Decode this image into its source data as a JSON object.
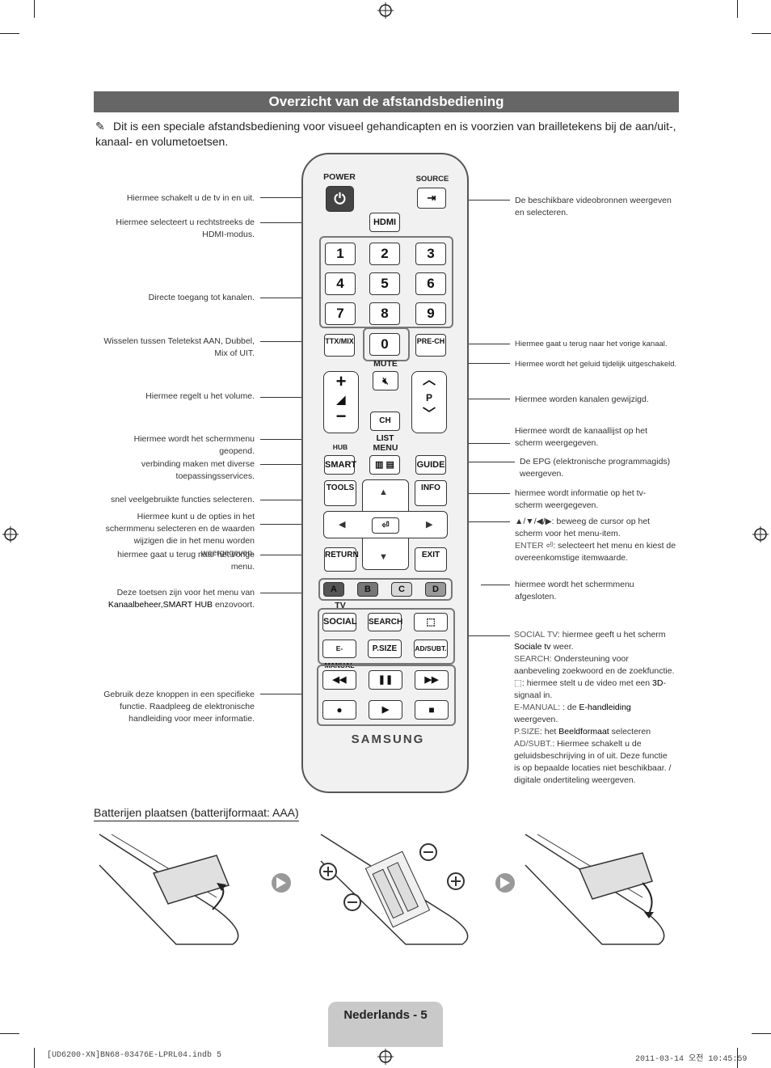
{
  "title": "Overzicht van de afstandsbediening",
  "note": "Dit is een speciale afstandsbediening voor visueel gehandicapten en is voorzien van brailletekens bij de aan/uit-, kanaal- en volumetoetsen.",
  "left_annotations": {
    "power": "Hiermee schakelt u de tv in en uit.",
    "hdmi": "Hiermee selecteert u rechtstreeks de HDMI-modus.",
    "channels": "Directe toegang tot kanalen.",
    "teletext": "Wisselen tussen Teletekst AAN, Dubbel, Mix of UIT.",
    "volume": "Hiermee regelt u het volume.",
    "menu": "Hiermee wordt het schermmenu geopend.",
    "smart": "verbinding maken met diverse toepassingsservices.",
    "tools": "snel veelgebruikte functies selecteren.",
    "options": "Hiermee kunt u de opties in het schermmenu selecteren en de waarden wijzigen die in het menu worden weergegeven.",
    "return": "hiermee gaat u terug naar het vorige menu.",
    "color_keys_a": "Deze toetsen zijn voor het menu van",
    "color_keys_b": "Kanaalbeheer,SMART HUB",
    "color_keys_c": "enzovoort.",
    "media": "Gebruik deze knoppen in een specifieke functie. Raadpleeg de elektronische handleiding voor meer informatie."
  },
  "right_annotations": {
    "source": "De beschikbare videobronnen weergeven en selecteren.",
    "prech": "Hiermee gaat u terug naar het vorige kanaal.",
    "mute": "Hiermee wordt het geluid tijdelijk uitgeschakeld.",
    "channel": "Hiermee worden kanalen gewijzigd.",
    "chlist": "Hiermee wordt de kanaallijst op het scherm weergegeven.",
    "guide": "De EPG (elektronische programmagids) weergeven.",
    "info": "hiermee wordt informatie op het tv-scherm weergegeven.",
    "nav_a": "▲/▼/◀/▶: beweeg de cursor op het scherm voor het menu-item.",
    "nav_enter_label": "ENTER",
    "nav_enter": ": selecteert het menu en kiest de overeenkomstige itemwaarde.",
    "exit": "hiermee wordt het schermmenu afgesloten.",
    "social_label": "SOCIAL TV",
    "social_a": ": hiermee geeft u het scherm",
    "social_b": "Sociale tv",
    "social_c": "weer.",
    "search_label": "SEARCH",
    "search": ": Ondersteuning voor aanbeveling zoekwoord en de zoekfunctie.",
    "threed_a": ": hiermee stelt u de video met een",
    "threed_b": "3D",
    "threed_c": "-signaal in.",
    "emanual_label": "E-MANUAL",
    "emanual_a": ": : de",
    "emanual_b": "E-handleiding",
    "emanual_c": "weergeven.",
    "psize_label": "P.SIZE",
    "psize_a": ": het",
    "psize_b": "Beeldformaat",
    "psize_c": "selecteren",
    "adsubt_label": "AD/SUBT.",
    "adsubt": ": Hiermee schakelt u de geluidsbeschrijving in of uit. Deze functie is op bepaalde locaties niet beschikbaar. / digitale ondertiteling weergeven."
  },
  "remote": {
    "power": "POWER",
    "source": "SOURCE",
    "hdmi": "HDMI",
    "numbers": [
      "1",
      "2",
      "3",
      "4",
      "5",
      "6",
      "7",
      "8",
      "9"
    ],
    "zero": "0",
    "ttx": "TTX/MIX",
    "prech": "PRE-CH",
    "mute": "MUTE",
    "chlist": "CH LIST",
    "p": "P",
    "hub": "HUB",
    "menu": "MENU",
    "smart": "SMART",
    "guide": "GUIDE",
    "tools": "TOOLS",
    "info": "INFO",
    "return": "RETURN",
    "exit": "EXIT",
    "colors": [
      "A",
      "B",
      "C",
      "D"
    ],
    "tv": "TV",
    "social": "SOCIAL",
    "search": "SEARCH",
    "emanual": "E-MANUAL",
    "psize": "P.SIZE",
    "adsubt": "AD/SUBT.",
    "brand": "SAMSUNG",
    "color_hex": [
      "#555555",
      "#777777",
      "#d8d8d8",
      "#999999"
    ]
  },
  "battery_heading": "Batterijen plaatsen (batterijformaat: AAA)",
  "footer": {
    "page": "Nederlands - 5",
    "file": "[UD6200-XN]BN68-03476E-LPRL04.indb   5",
    "date": "2011-03-14   오전 10:45:59"
  }
}
